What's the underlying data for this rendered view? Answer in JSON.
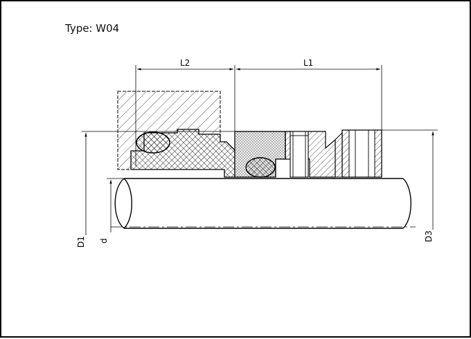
{
  "title": "Type: W04",
  "dimensions": {
    "l1": "L1",
    "l2": "L2",
    "d1": "D1",
    "d": "d",
    "d3": "D3"
  }
}
